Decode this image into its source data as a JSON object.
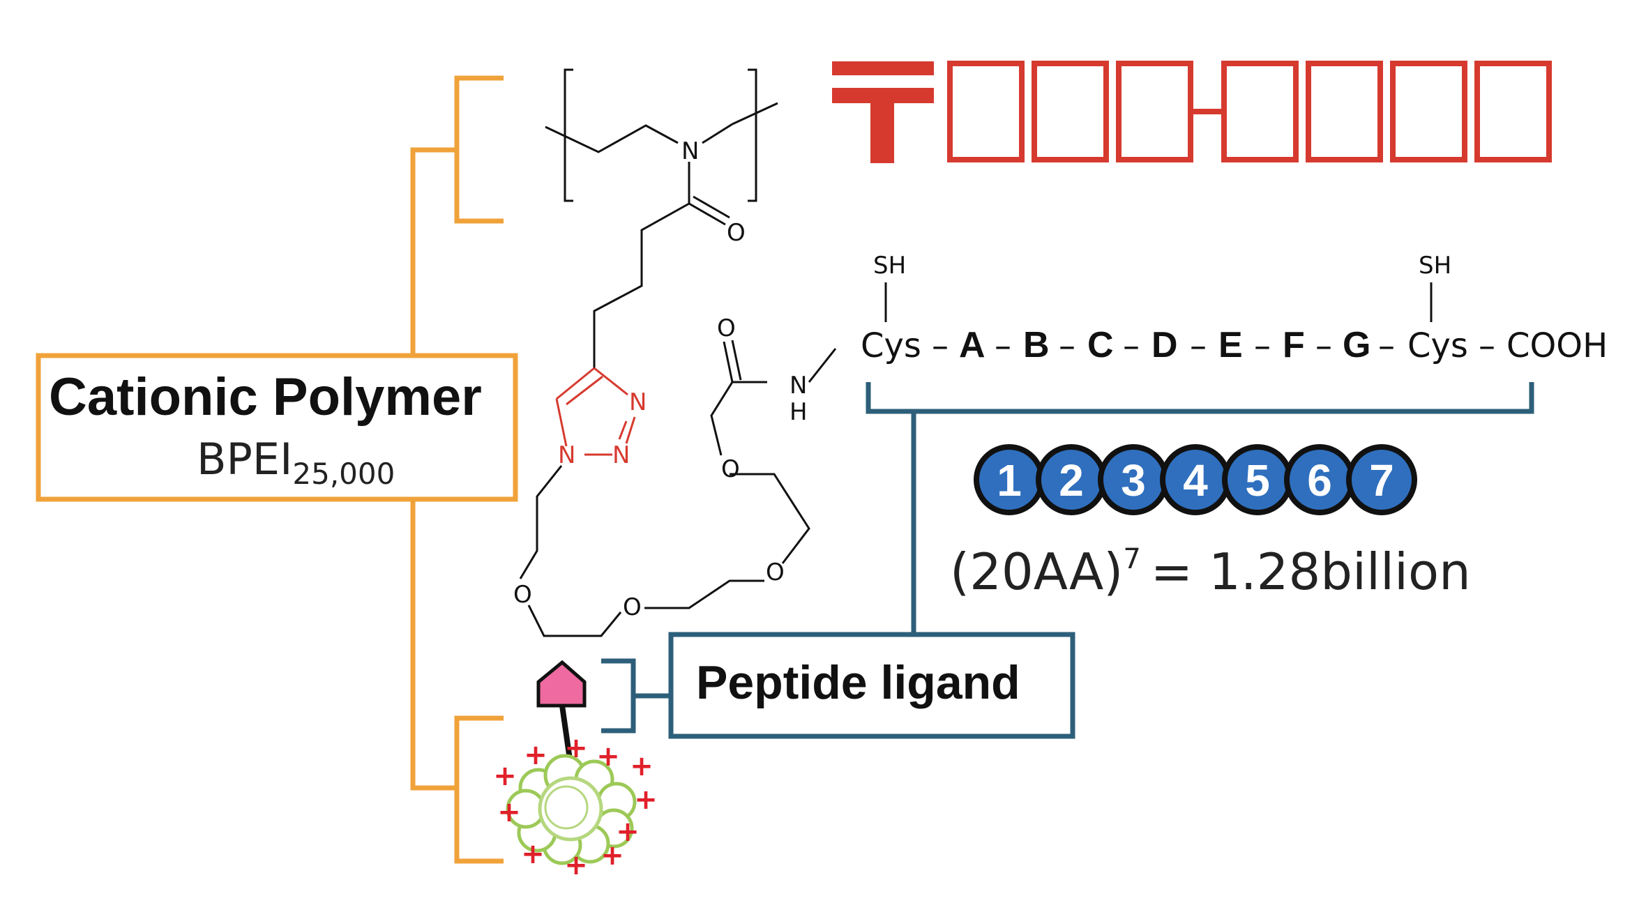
{
  "colors": {
    "orange": "#f0a23a",
    "teal": "#2d5f7a",
    "red": "#d63a2f",
    "blue": "#2f6fbe",
    "pink": "#ee6aa0",
    "green": "#9cc957"
  },
  "cationic_polymer": {
    "title": "Cationic Polymer",
    "sub_main": "BPEI",
    "sub_script": "25,000"
  },
  "peptide_box": {
    "label": "Peptide ligand"
  },
  "postal": {
    "mark": "〒",
    "placeholder_groups": [
      3,
      4
    ]
  },
  "chemistry": {
    "amide_n": "N",
    "carbonyl_o": "O",
    "triazole_n1": "N",
    "triazole_n2": "N",
    "triazole_n3": "N",
    "linker_o": "O",
    "ether_o1": "O",
    "ether_o2": "O",
    "ether_o3": "O",
    "ether_o4": "O",
    "amide2_n": "N",
    "amide2_h": "H"
  },
  "sequence": {
    "sh_left": "SH",
    "sh_right": "SH",
    "tokens": [
      {
        "t": "Cys",
        "bold": false
      },
      {
        "t": "–",
        "bold": false
      },
      {
        "t": "A",
        "bold": true
      },
      {
        "t": "–",
        "bold": false
      },
      {
        "t": "B",
        "bold": true
      },
      {
        "t": "–",
        "bold": false
      },
      {
        "t": "C",
        "bold": true
      },
      {
        "t": "–",
        "bold": false
      },
      {
        "t": "D",
        "bold": true
      },
      {
        "t": "–",
        "bold": false
      },
      {
        "t": "E",
        "bold": true
      },
      {
        "t": "–",
        "bold": false
      },
      {
        "t": "F",
        "bold": true
      },
      {
        "t": "–",
        "bold": false
      },
      {
        "t": "G",
        "bold": true
      },
      {
        "t": "–",
        "bold": false
      },
      {
        "t": "Cys",
        "bold": false
      },
      {
        "t": "–",
        "bold": false
      },
      {
        "t": "COOH",
        "bold": false
      }
    ]
  },
  "positions": [
    "1",
    "2",
    "3",
    "4",
    "5",
    "6",
    "7"
  ],
  "formula": {
    "lhs": "(20AA)",
    "exponent": "7",
    "rhs": "= 1.28billion"
  },
  "nanoparticle": {
    "charge": "+"
  }
}
